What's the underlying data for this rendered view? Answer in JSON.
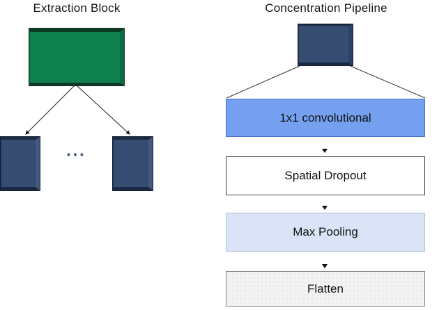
{
  "figure": {
    "background": "#FFFFFF",
    "text_color": "#141414"
  },
  "left_panel": {
    "title": "Extraction Block",
    "extraction_block_color": "#0E8050",
    "feature_block_color": "#364C70",
    "ellipsis": "●●●",
    "arrow_count": 2,
    "feature_block_count": 2
  },
  "right_panel": {
    "title": "Concentration Pipeline",
    "input_block_color": "#364C70",
    "stages": [
      {
        "label": "1x1 convolutional",
        "fill": "#75A0EF",
        "border": "#4A70C8"
      },
      {
        "label": "Spatial Dropout",
        "fill": "#FFFFFF",
        "border": "#3F3F3F"
      },
      {
        "label": "Max Pooling",
        "fill": "#DAE4F6",
        "border": "#AEBEE2"
      },
      {
        "label": "Flatten",
        "fill": "#F2F2F2",
        "border": "#7F7F7F"
      }
    ]
  }
}
